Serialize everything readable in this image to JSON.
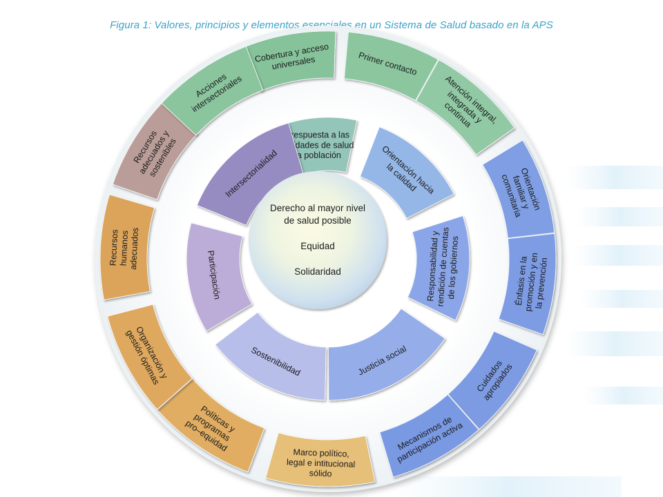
{
  "title": "Figura 1: Valores, principios y elementos esenciales en un Sistema de Salud basado en la APS",
  "colors": {
    "title": "#3aa3c8",
    "green": "#86c39b",
    "blue": "#7f9ee4",
    "orange": "#e0ad62",
    "purple": "#9a8fc4"
  },
  "core": {
    "line1": "Derecho al mayor nivel",
    "line2": "de salud posible",
    "value2": "Equidad",
    "value3": "Solidaridad"
  },
  "principles": [
    {
      "lines": [
        "Dar respuesta a las",
        "necesidades de salud",
        "de la población"
      ]
    },
    {
      "lines": [
        "Orientación hacia",
        "la calidad"
      ]
    },
    {
      "lines": [
        "Responsabilidad y",
        "rendición de cuentas",
        "de los gobiernos"
      ]
    },
    {
      "lines": [
        "Justicia social"
      ]
    },
    {
      "lines": [
        "Sostenibilidad"
      ]
    },
    {
      "lines": [
        "Participación"
      ]
    },
    {
      "lines": [
        "Intersectorialidad"
      ]
    }
  ],
  "elements": [
    {
      "lines": [
        "Cobertura y acceso",
        "universales"
      ]
    },
    {
      "lines": [
        "Primer contacto"
      ]
    },
    {
      "lines": [
        "Atención integral,",
        "integrada y",
        "continua"
      ]
    },
    {
      "lines": [
        "Orientación",
        "familiar y",
        "comunitaria"
      ]
    },
    {
      "lines": [
        "Énfasis en la",
        "promoción y en",
        "la prevención"
      ]
    },
    {
      "lines": [
        "Cuidados",
        "apropiados"
      ]
    },
    {
      "lines": [
        "Mecanismos de",
        "participación activa"
      ]
    },
    {
      "lines": [
        "Marco político,",
        "legal e intitucional",
        "sólido"
      ]
    },
    {
      "lines": [
        "Políticas y",
        "programas",
        "pro–equidad"
      ]
    },
    {
      "lines": [
        "Organización y",
        "gestión óptimas"
      ]
    },
    {
      "lines": [
        "Recursos",
        "humanos",
        "adecuados"
      ]
    },
    {
      "lines": [
        "Recursos",
        "adecuados y",
        "sostenibles"
      ]
    },
    {
      "lines": [
        "Acciones",
        "intersectoriales"
      ]
    }
  ]
}
